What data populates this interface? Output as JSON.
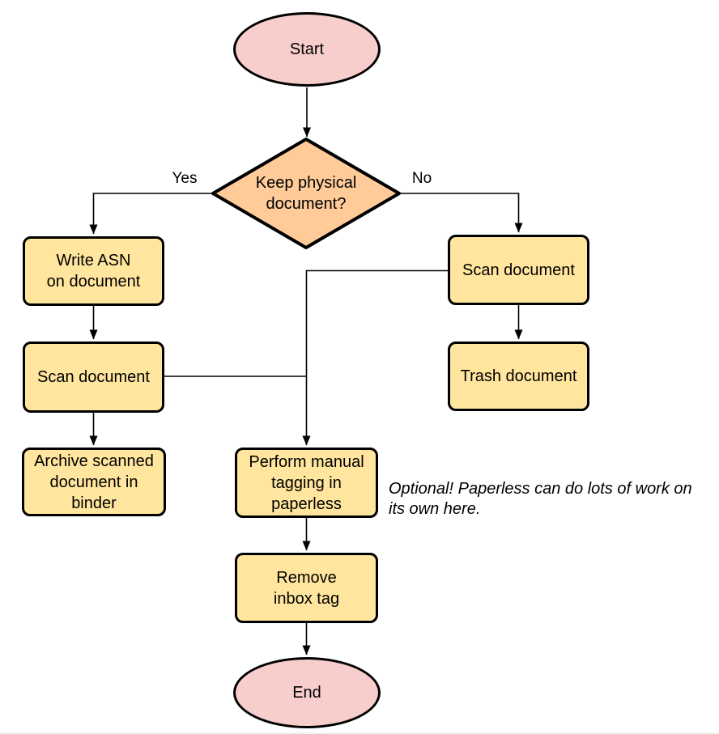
{
  "diagram": {
    "nodes": {
      "start": {
        "label": "Start",
        "type": "terminator"
      },
      "decision": {
        "label": "Keep physical\ndocument?",
        "type": "decision"
      },
      "write_asn": {
        "label": "Write ASN\non document",
        "type": "process"
      },
      "scan_left": {
        "label": "Scan document",
        "type": "process"
      },
      "archive": {
        "label": "Archive scanned\ndocument in\nbinder",
        "type": "process"
      },
      "scan_right": {
        "label": "Scan document",
        "type": "process"
      },
      "trash": {
        "label": "Trash document",
        "type": "process"
      },
      "perform_tagging": {
        "label": "Perform manual\ntagging in\npaperless",
        "type": "process"
      },
      "remove_inbox": {
        "label": "Remove\ninbox tag",
        "type": "process"
      },
      "end": {
        "label": "End",
        "type": "terminator"
      }
    },
    "edge_labels": {
      "yes": "Yes",
      "no": "No"
    },
    "annotation": "Optional! Paperless can do lots of work on\nits own here.",
    "colors": {
      "terminator_fill": "#F8CECC",
      "decision_fill": "#FFCC99",
      "process_fill": "#FFE59D",
      "stroke": "#000000",
      "text": "#000000"
    }
  }
}
